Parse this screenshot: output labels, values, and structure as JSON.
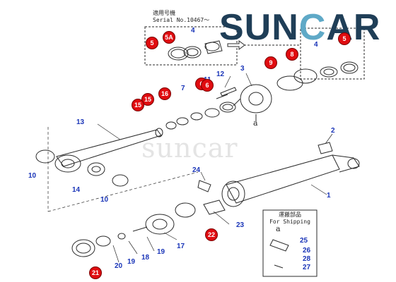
{
  "logo": {
    "part1": "SUN",
    "part2": "C",
    "part3": "AR"
  },
  "watermark": "suncar",
  "serial_label": {
    "line1": "適用号機",
    "line2": "Serial No.10467～"
  },
  "shipping_label": {
    "line1": "運搬部品",
    "line2": "For Shipping"
  },
  "point_label": "a",
  "callouts_blue": [
    "4",
    "3",
    "12",
    "11",
    "7",
    "13",
    "2",
    "10",
    "14",
    "10",
    "24",
    "1",
    "23",
    "17",
    "19",
    "18",
    "19",
    "20",
    "25",
    "26",
    "28",
    "27",
    "4"
  ],
  "callouts_red": [
    "5",
    "5A",
    "6",
    "9",
    "8",
    "5",
    "6",
    "15",
    "15",
    "16",
    "22",
    "21"
  ],
  "colors": {
    "callout_blue": "#1a35b8",
    "callout_red": "#e00c10",
    "logo_dark": "#1f3e57",
    "logo_accent": "#5fa9c7",
    "line": "#2b2b2b"
  }
}
